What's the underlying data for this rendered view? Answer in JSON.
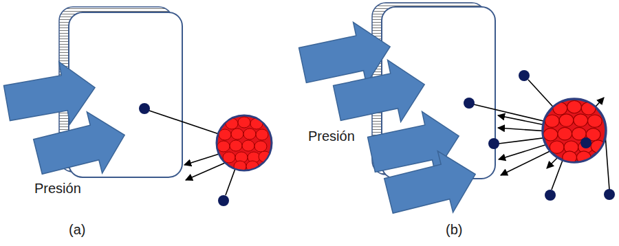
{
  "diagram": {
    "labels": [
      "Presión",
      "Presión",
      "(a)",
      "(b)"
    ]
  }
}
